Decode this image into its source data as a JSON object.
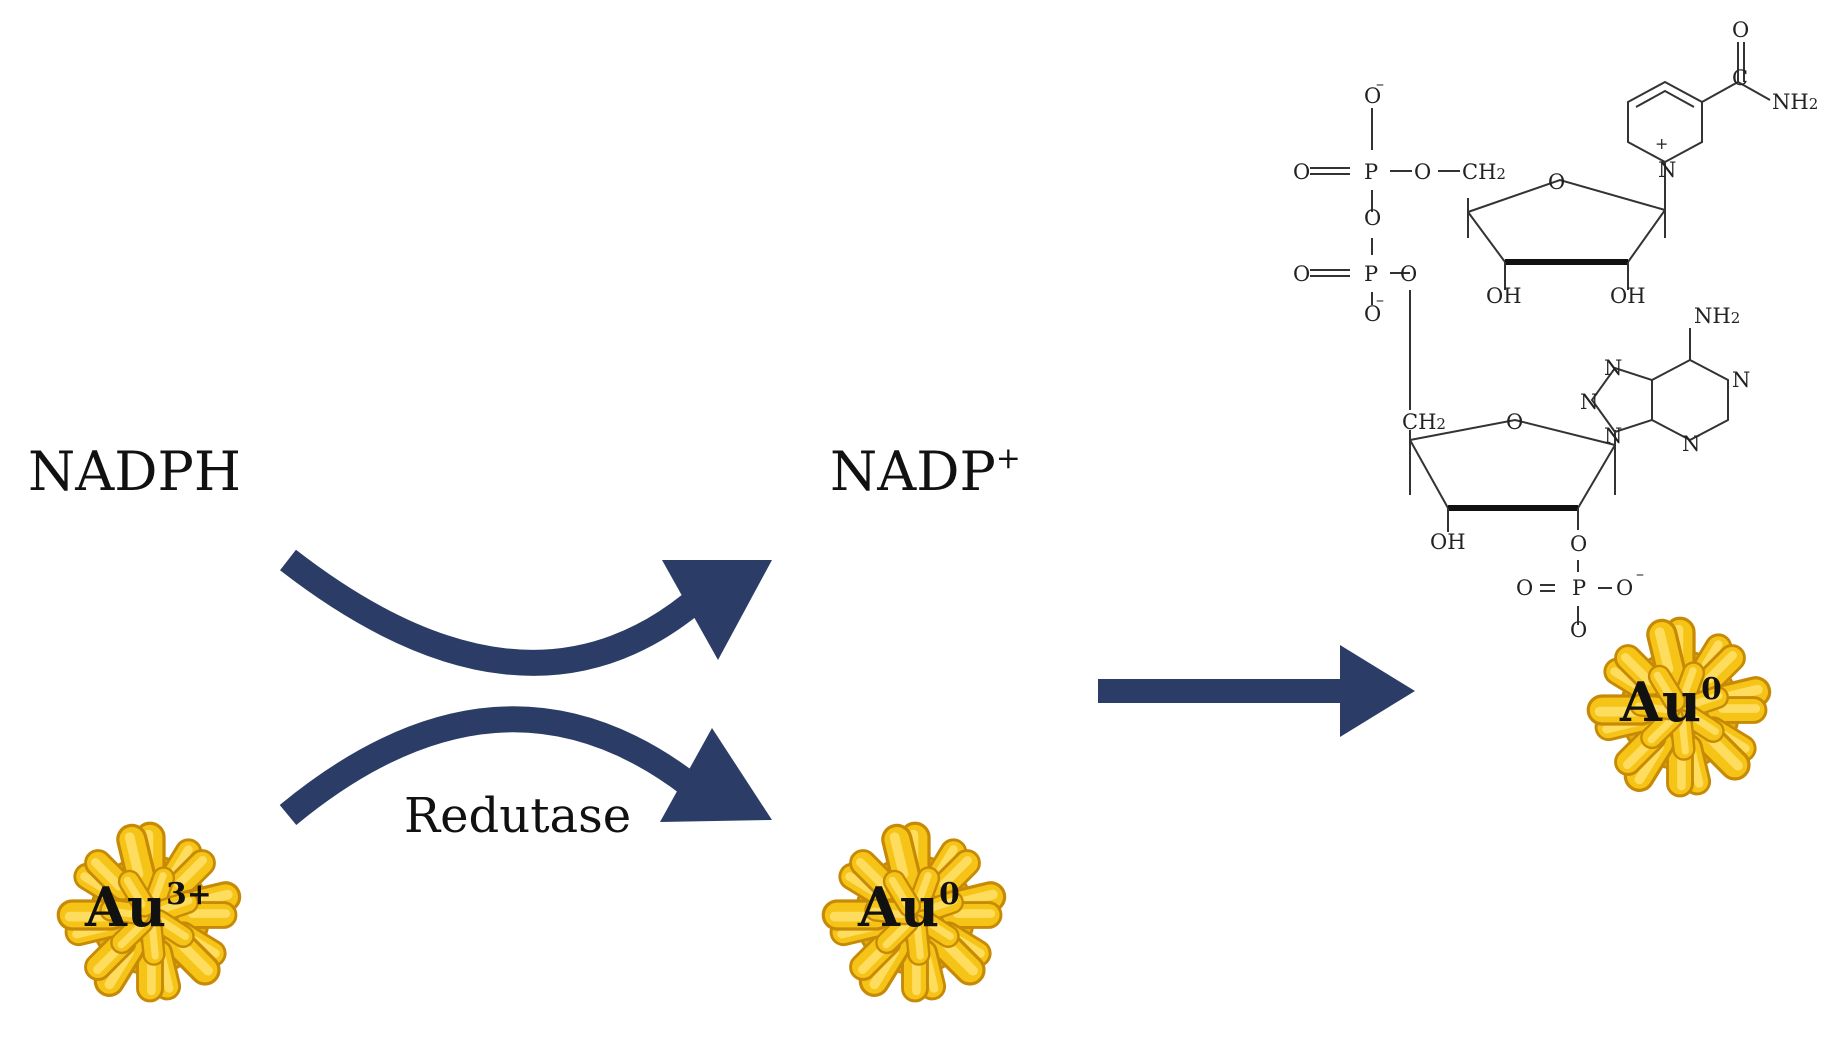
{
  "labels": {
    "reactant": "NADPH",
    "product_main": "NADP",
    "product_charge": "+",
    "enzyme": "Redutase",
    "metal": "Au",
    "ion_charge": "3+",
    "zero_charge": "0"
  },
  "molecule": {
    "atoms": {
      "o": "O",
      "p": "P",
      "n": "N",
      "c": "C",
      "ch2": "CH",
      "sub2": "2",
      "oh": "OH",
      "nh2": "NH",
      "minus": "–",
      "plus": "+"
    }
  },
  "colors": {
    "arrow": "#2b3d66",
    "gold_light": "#f8c514",
    "gold_dark": "#c78a05",
    "text": "#111111"
  }
}
